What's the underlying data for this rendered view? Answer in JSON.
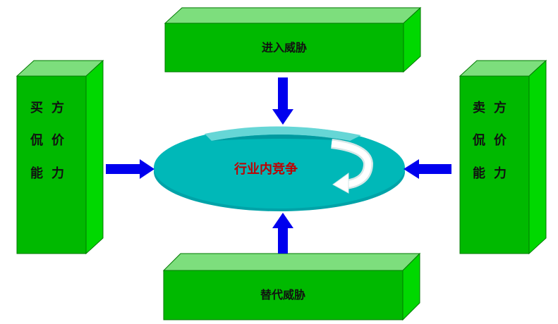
{
  "diagram": {
    "top_box": {
      "label": "进入威胁"
    },
    "bottom_box": {
      "label": "替代威胁"
    },
    "left_box": {
      "lines": [
        "买方",
        "侃价",
        "能力"
      ]
    },
    "right_box": {
      "lines": [
        "卖方",
        "侃价",
        "能力"
      ]
    },
    "center": {
      "label": "行业内竞争"
    },
    "colors": {
      "box_front": "#00b900",
      "box_top": "#7dde7d",
      "box_side": "#00d800",
      "box_stroke": "#007a00",
      "arrow": "#0000ee",
      "disc_top": "#00b8b8",
      "disc_light": "#66d6d6",
      "disc_dark": "#009aa0",
      "center_text": "#c00000"
    }
  }
}
